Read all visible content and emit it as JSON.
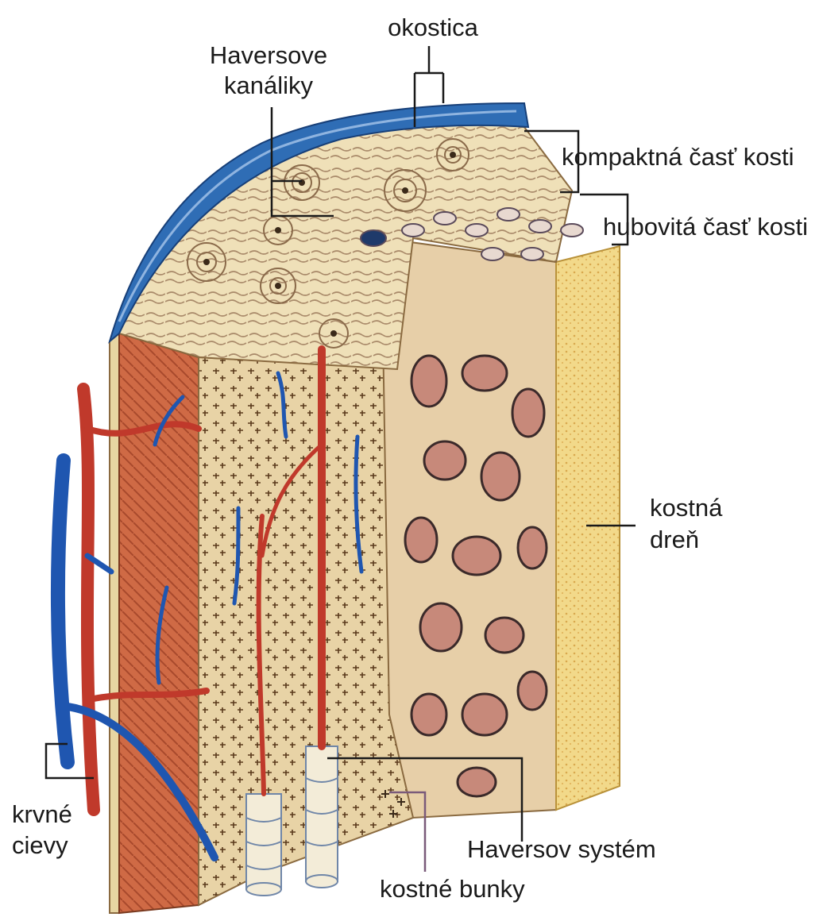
{
  "labels": {
    "periosteum": "okostica",
    "haversian_canals": [
      "Haversove",
      "kanáliky"
    ],
    "compact_bone": "kompaktná časť kosti",
    "spongy_bone": "hubovitá časť kosti",
    "bone_marrow": [
      "kostná",
      "dreň"
    ],
    "blood_vessels": [
      "krvné",
      "cievy"
    ],
    "haversian_system": "Haversov systém",
    "bone_cells": "kostné bunky"
  },
  "colors": {
    "periosteum": "#2f6db5",
    "compact": "#efe0b8",
    "spongy": "#e7cfa8",
    "marrow": "#f2d98a",
    "muscle": "#c95e3c",
    "artery": "#c0392b",
    "vein": "#1f56b0"
  }
}
